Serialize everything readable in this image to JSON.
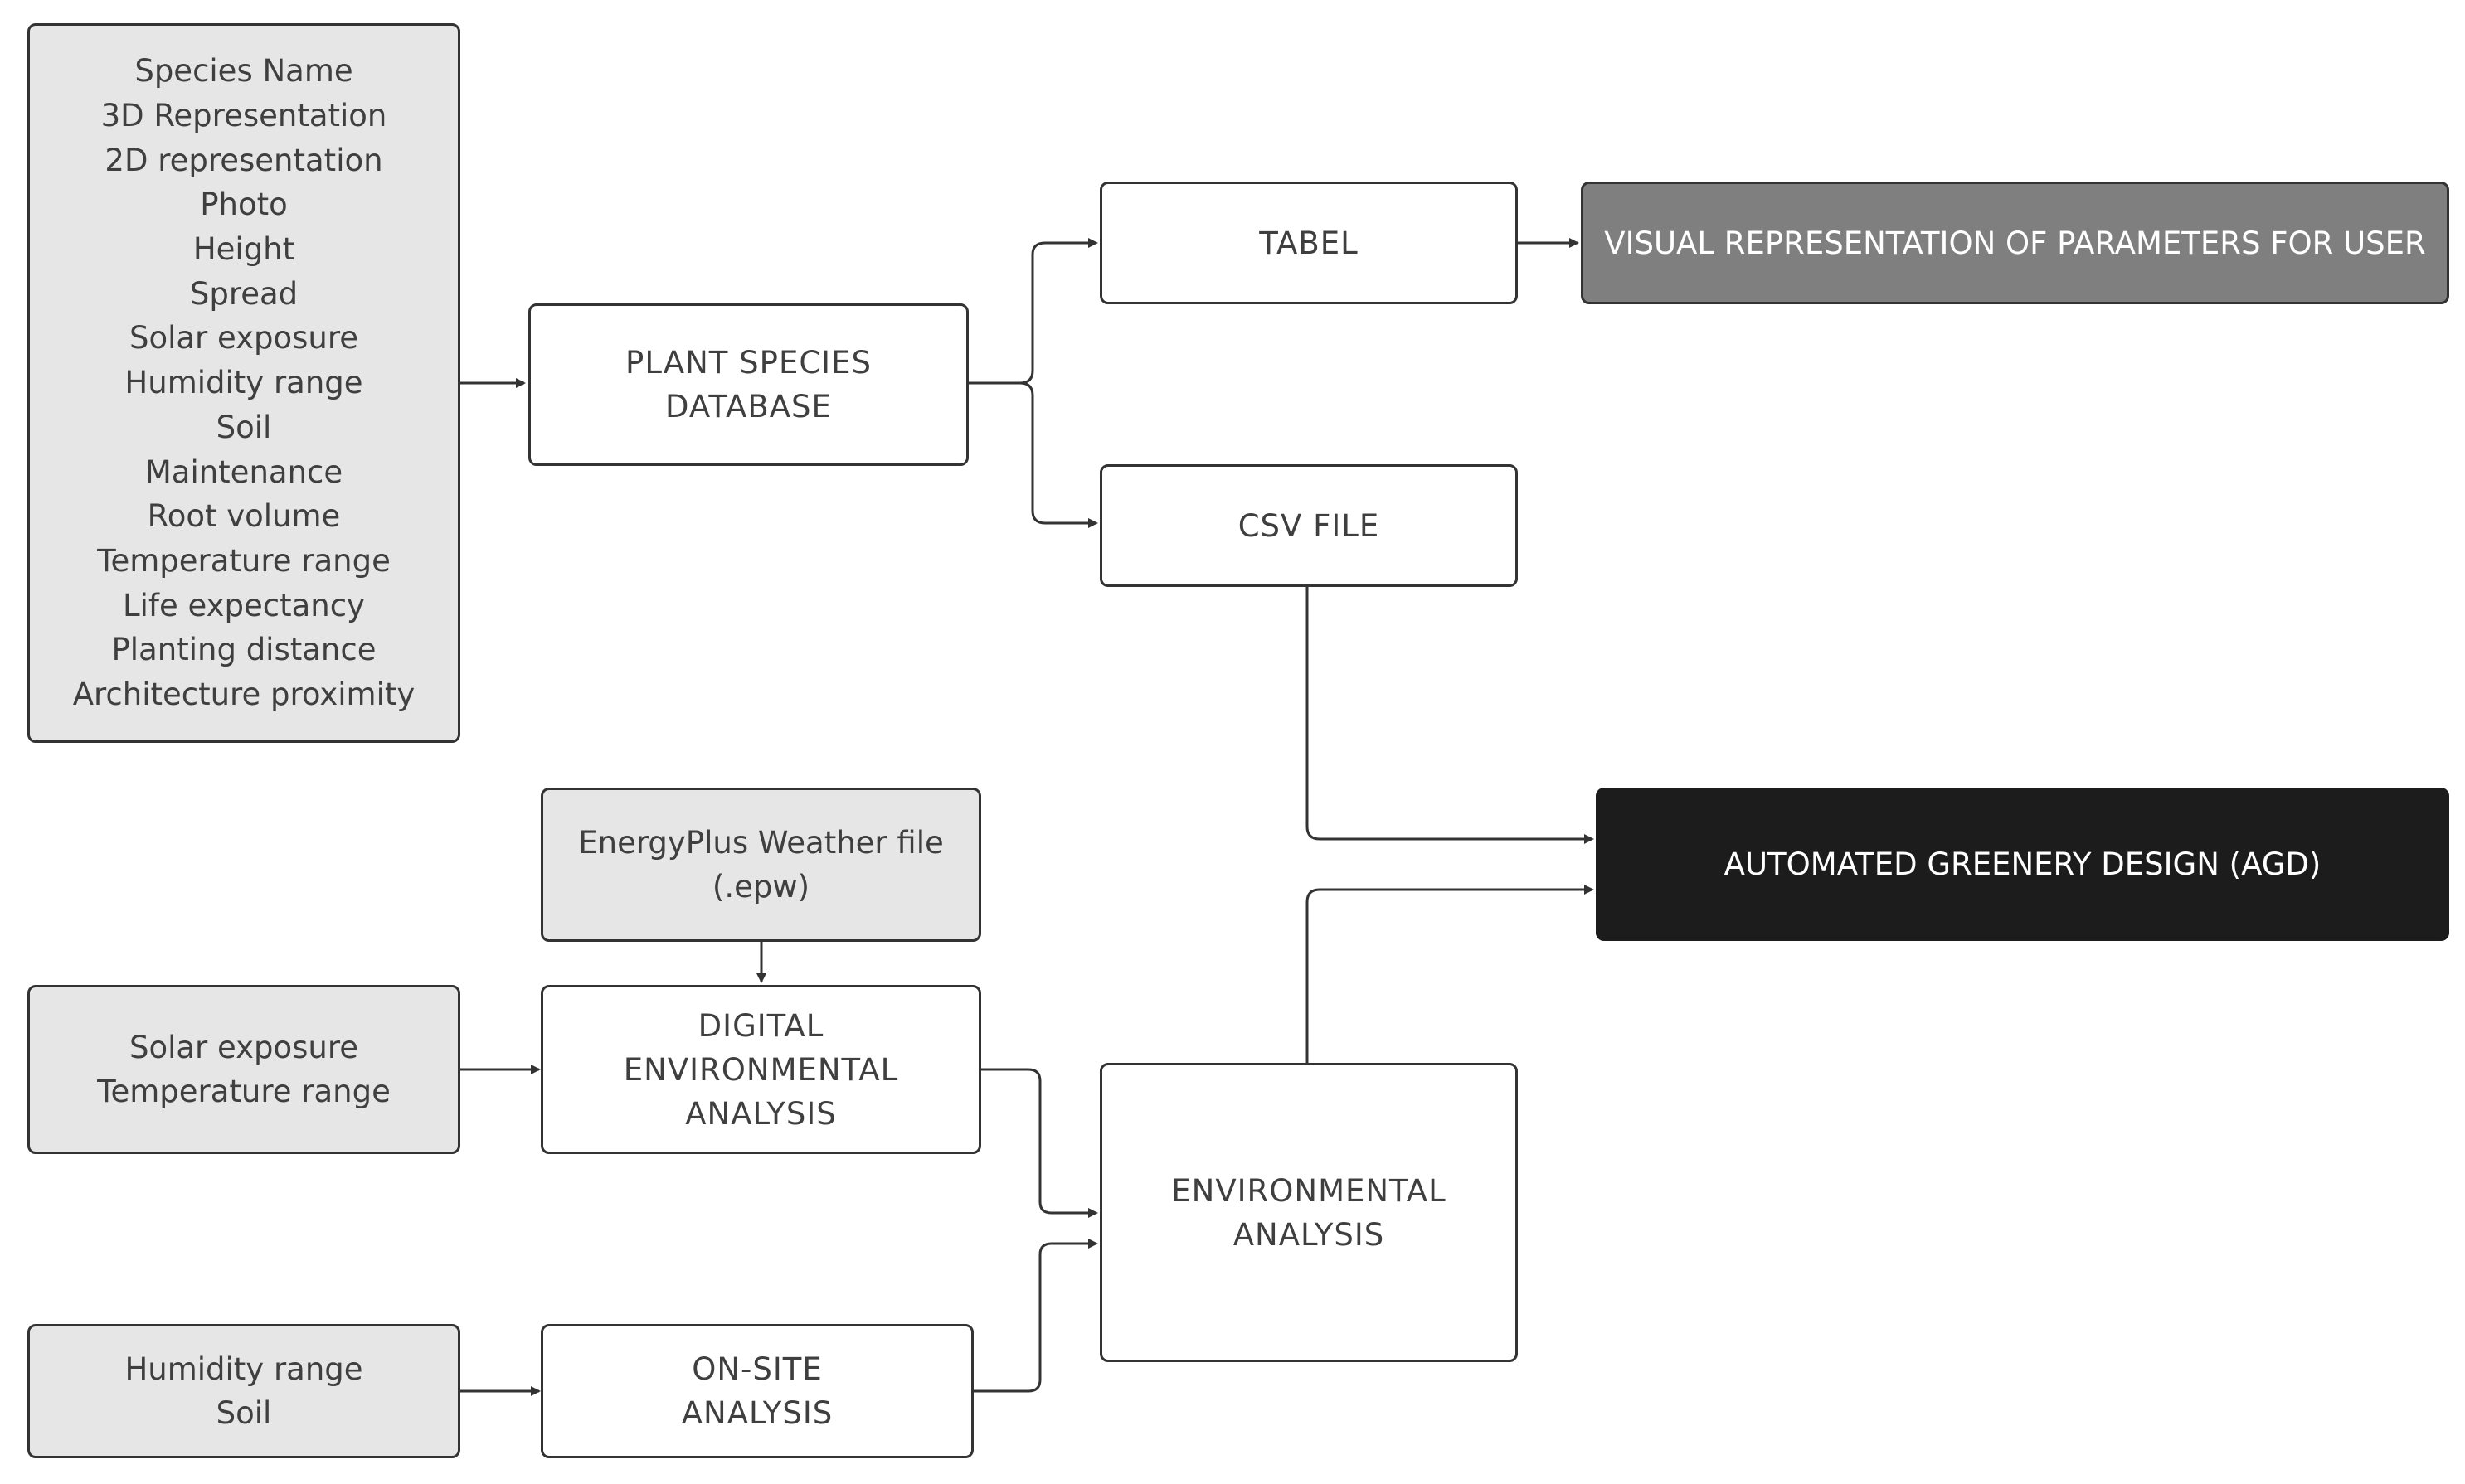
{
  "nodes": {
    "attributes": {
      "lines": [
        "Species Name",
        "3D Representation",
        "2D representation",
        "Photo",
        "Height",
        "Spread",
        "Solar exposure",
        "Humidity range",
        "Soil",
        "Maintenance",
        "Root volume",
        "Temperature range",
        "Life expectancy",
        "Planting distance",
        "Architecture proximity"
      ]
    },
    "plant_db": {
      "lines": [
        "PLANT SPECIES",
        "DATABASE"
      ]
    },
    "tabel": {
      "lines": [
        "TABEL"
      ]
    },
    "visual": {
      "lines": [
        "VISUAL REPRESENTATION OF PARAMETERS FOR USER"
      ]
    },
    "csv": {
      "lines": [
        "CSV FILE"
      ]
    },
    "agd": {
      "lines": [
        "AUTOMATED GREENERY DESIGN (AGD)"
      ]
    },
    "epw": {
      "lines": [
        "EnergyPlus Weather file",
        "(.epw)"
      ]
    },
    "solar_temp": {
      "lines": [
        "Solar exposure",
        "Temperature range"
      ]
    },
    "digital_env": {
      "lines": [
        "DIGITAL",
        "ENVIRONMENTAL",
        "ANALYSIS"
      ]
    },
    "env_analysis": {
      "lines": [
        "ENVIRONMENTAL",
        "ANALYSIS"
      ]
    },
    "humidity_soil": {
      "lines": [
        "Humidity range",
        "Soil"
      ]
    },
    "onsite": {
      "lines": [
        "ON-SITE",
        "ANALYSIS"
      ]
    }
  },
  "colors": {
    "input_fill": "#e6e6e6",
    "process_fill": "#ffffff",
    "visual_fill": "#7f7f7f",
    "agd_fill": "#1c1c1c",
    "stroke": "#333333"
  }
}
